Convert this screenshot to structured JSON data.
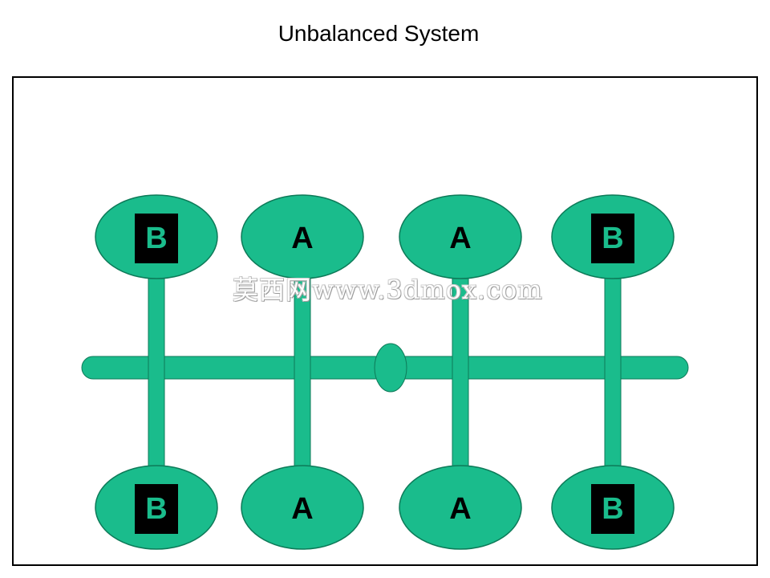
{
  "title": "Unbalanced System",
  "watermark": "莫西网www.3dmox.com",
  "colors": {
    "node_fill": "#1ABC8C",
    "node_stroke": "#0d7a58",
    "box_fill": "#000000",
    "box_text": "#1ABC8C",
    "frame": "#000000"
  },
  "nodes_top": [
    {
      "label": "B",
      "boxed": true
    },
    {
      "label": "A",
      "boxed": false
    },
    {
      "label": "A",
      "boxed": false
    },
    {
      "label": "B",
      "boxed": true
    }
  ],
  "nodes_bottom": [
    {
      "label": "B",
      "boxed": true
    },
    {
      "label": "A",
      "boxed": false
    },
    {
      "label": "A",
      "boxed": false
    },
    {
      "label": "B",
      "boxed": true
    }
  ]
}
